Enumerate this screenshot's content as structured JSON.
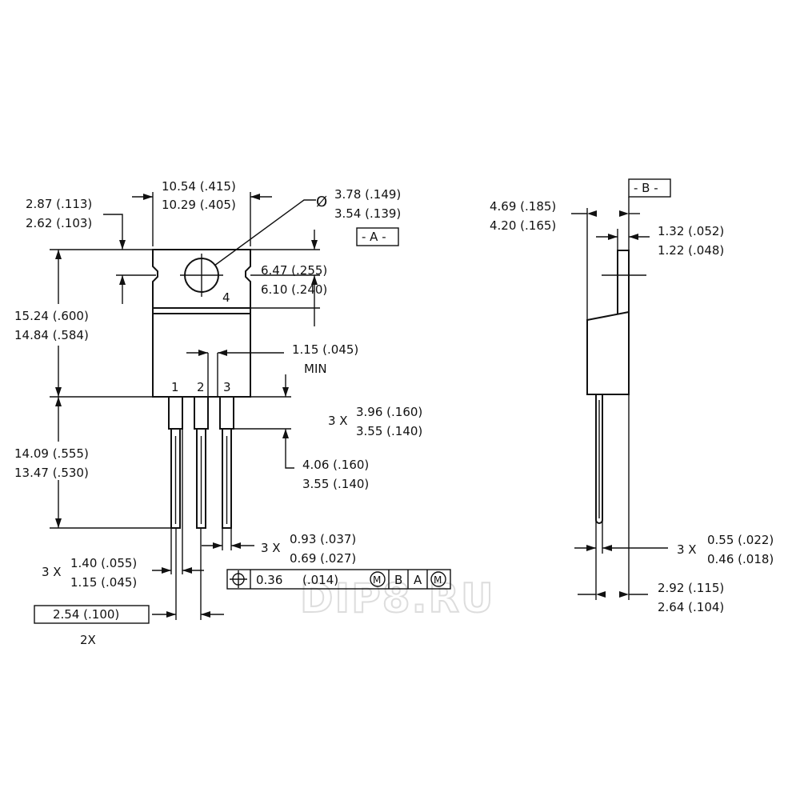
{
  "dimensions": {
    "tab_thk_max": "2.87 (.113)",
    "tab_thk_min": "2.62 (.103)",
    "width_max": "10.54 (.415)",
    "width_min": "10.29 (.405)",
    "hole_dia_max": "3.78 (.149)",
    "hole_dia_min": "3.54 (.139)",
    "hole_pos_max": "6.47 (.255)",
    "hole_pos_min": "6.10 (.240)",
    "height_max": "15.24 (.600)",
    "height_min": "14.84 (.584)",
    "lead_flat_min": "1.15 (.045)",
    "lead_flat_note": "MIN",
    "lead_len_max": "14.09 (.555)",
    "lead_len_min": "13.47 (.530)",
    "upper_lead_prefix": "3 X",
    "upper_lead_max": "3.96 (.160)",
    "upper_lead_min": "3.55 (.140)",
    "seat_max": "4.06 (.160)",
    "seat_min": "3.55 (.140)",
    "lead_w_prefix": "3 X",
    "lead_w_max": "0.93 (.037)",
    "lead_w_min": "0.69 (.027)",
    "shoulder_prefix": "3 X",
    "shoulder_max": "1.40 (.055)",
    "shoulder_min": "1.15 (.045)",
    "pitch": "2.54 (.100)",
    "pitch_count": "2X",
    "side_thk_max": "4.69 (.185)",
    "side_thk_min": "4.20 (.165)",
    "tab_t_max": "1.32 (.052)",
    "tab_t_min": "1.22 (.048)",
    "lead_t_prefix": "3 X",
    "lead_t_max": "0.55 (.022)",
    "lead_t_min": "0.46 (.018)",
    "lead_off_max": "2.92 (.115)",
    "lead_off_min": "2.64 (.104)"
  },
  "datums": {
    "a": "- A -",
    "b": "- B -"
  },
  "pins": [
    "1",
    "2",
    "3",
    "4"
  ],
  "tolerance_frame": {
    "value": "0.36",
    "value_inch": "(.014)",
    "modifier": "M",
    "datum_1": "B",
    "datum_2": "A",
    "modifier_2": "M"
  },
  "symbols": {
    "diameter": "Ø"
  },
  "watermark": "DIP8.RU"
}
